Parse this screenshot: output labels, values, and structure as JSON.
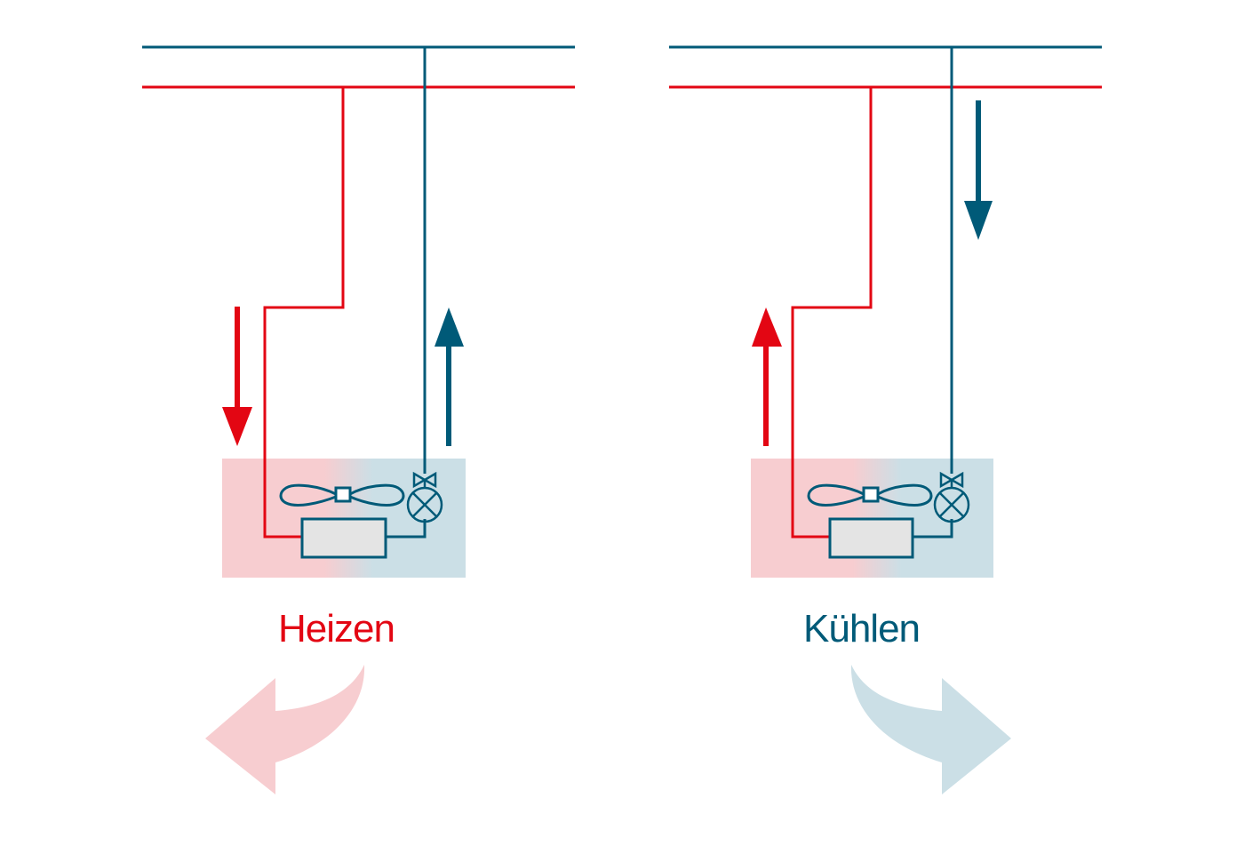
{
  "colors": {
    "hot": "#e30613",
    "cold": "#005a78",
    "hot_tint": "#f7cdd0",
    "cold_tint": "#cbdfe6",
    "unit_body": "#e4e4e4"
  },
  "panels": [
    {
      "id": "heat",
      "label": "Heizen",
      "label_color": "#e30613",
      "hot_flow": "down",
      "cold_flow": "up",
      "air_flow": "left",
      "air_color": "#f7cdd0"
    },
    {
      "id": "cool",
      "label": "Kühlen",
      "label_color": "#005a78",
      "hot_flow": "up",
      "cold_flow": "down",
      "air_flow": "right",
      "air_color": "#cbdfe6"
    }
  ]
}
